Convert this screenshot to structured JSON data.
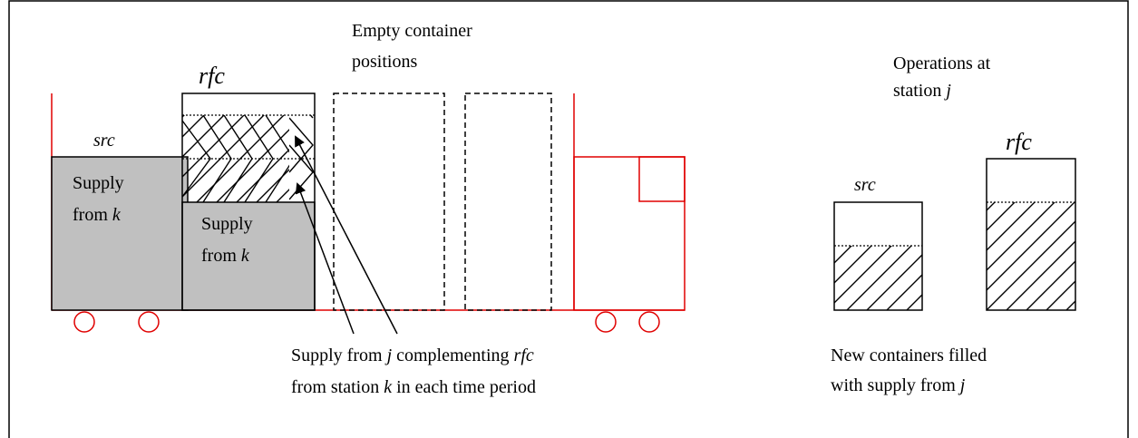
{
  "labels": {
    "empty_positions_line1": "Empty container",
    "empty_positions_line2": "positions",
    "operations_line1": "Operations at",
    "operations_line2_pre": "station ",
    "operations_line2_var": "j",
    "rfc_top": "rfc",
    "src_left": "src",
    "supply_left_line1": "Supply",
    "supply_left_line2_pre": "from ",
    "supply_left_line2_var": "k",
    "supply_mid_line1": "Supply",
    "supply_mid_line2_pre": "from ",
    "supply_mid_line2_var": "k",
    "src_right": "src",
    "rfc_right": "rfc",
    "complement_line1_pre": "Supply from ",
    "complement_line1_var_j": "j",
    "complement_line1_mid": " complementing ",
    "complement_line1_var_rfc": "rfc",
    "complement_line2_pre": "from station ",
    "complement_line2_var": "k",
    "complement_line2_post": " in each time period",
    "new_containers_line1": "New containers filled",
    "new_containers_line2_pre": "with supply from ",
    "new_containers_line2_var": "j"
  },
  "colors": {
    "train": "#e00000",
    "supply_fill": "#c0c0c0",
    "outline": "#000000"
  }
}
